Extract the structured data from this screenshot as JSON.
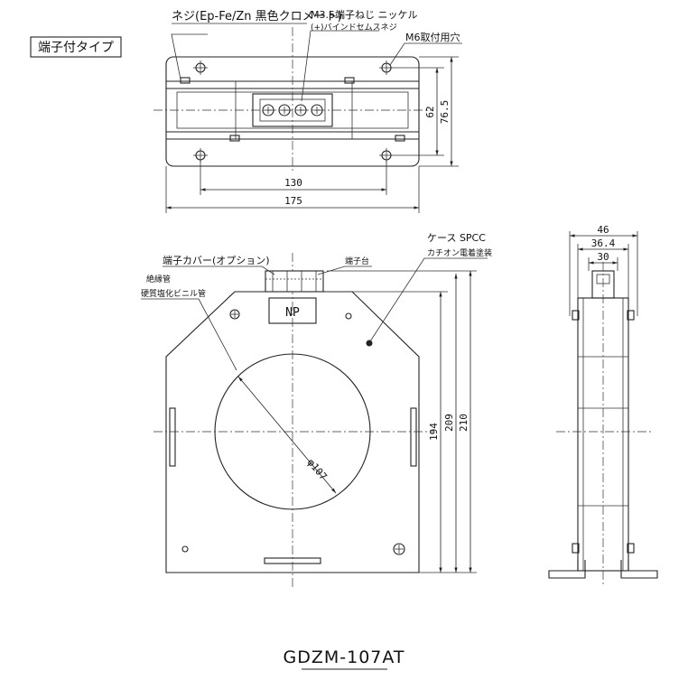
{
  "type_label": "端子付タイプ",
  "top_view": {
    "screw_note": "ネジ(Ep-Fe/Zn 黒色クロメート)",
    "terminal_screw_line1": "M3.5端子ねじ ニッケル",
    "terminal_screw_line2": "(+)バインドセムスネジ",
    "mount_hole": "M6取付用穴",
    "dim_width_inner": "130",
    "dim_width_outer": "175",
    "dim_height_inner": "62",
    "dim_height_outer": "76.5"
  },
  "front_view": {
    "terminal_cover": "端子カバー(オプション)",
    "terminal_block": "端子台",
    "case_line1": "ケース SPCC",
    "case_line2": "カチオン電着塗装",
    "tube_line1": "絶縁管",
    "tube_line2": "硬質塩化ビニル管",
    "nameplate": "NP",
    "hole_dia": "φ107",
    "dim_194": "194",
    "dim_209": "209",
    "dim_210": "210"
  },
  "side_view": {
    "dim_46": "46",
    "dim_36_4": "36.4",
    "dim_30": "30"
  },
  "model": "GDZM-107AT"
}
